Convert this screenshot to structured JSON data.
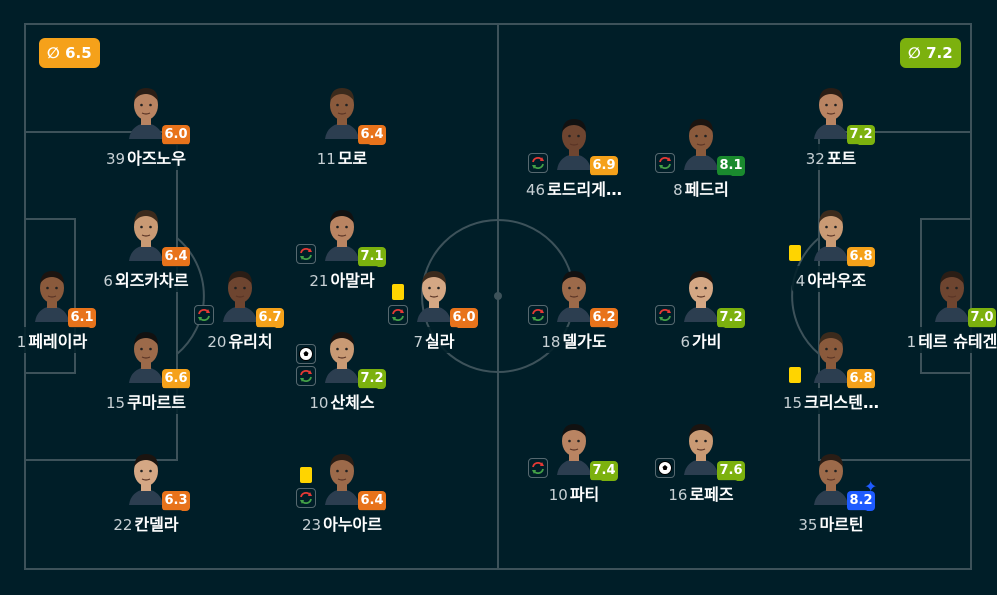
{
  "home": {
    "avg_rating": "∅ 6.5",
    "avg_color": "#f5a11a",
    "players": [
      {
        "id": "h1",
        "number": "1",
        "name": "페레이라",
        "rating": "6.1",
        "rating_color": "#e8731b",
        "icons": []
      },
      {
        "id": "h2",
        "number": "39",
        "name": "아즈노우",
        "rating": "6.0",
        "rating_color": "#e8731b",
        "icons": []
      },
      {
        "id": "h3",
        "number": "6",
        "name": "외즈카차르",
        "rating": "6.4",
        "rating_color": "#e8731b",
        "icons": []
      },
      {
        "id": "h4",
        "number": "15",
        "name": "쿠마르트",
        "rating": "6.6",
        "rating_color": "#f5a11a",
        "icons": []
      },
      {
        "id": "h5",
        "number": "22",
        "name": "칸델라",
        "rating": "6.3",
        "rating_color": "#e8731b",
        "icons": []
      },
      {
        "id": "h6",
        "number": "20",
        "name": "유리치",
        "rating": "6.7",
        "rating_color": "#f5a11a",
        "icons": [
          "sub-icon"
        ]
      },
      {
        "id": "h7",
        "number": "11",
        "name": "모로",
        "rating": "6.4",
        "rating_color": "#e8731b",
        "icons": []
      },
      {
        "id": "h8",
        "number": "21",
        "name": "아말라",
        "rating": "7.1",
        "rating_color": "#7cb10e",
        "icons": [
          "sub-icon"
        ]
      },
      {
        "id": "h9",
        "number": "10",
        "name": "산체스",
        "rating": "7.2",
        "rating_color": "#7cb10e",
        "icons": [
          "ball-icon",
          "sub-icon"
        ]
      },
      {
        "id": "h10",
        "number": "23",
        "name": "아누아르",
        "rating": "6.4",
        "rating_color": "#e8731b",
        "icons": [
          "yellow-card-icon",
          "sub-icon"
        ]
      },
      {
        "id": "h11",
        "number": "7",
        "name": "실라",
        "rating": "6.0",
        "rating_color": "#e8731b",
        "icons": [
          "yellow-card-icon",
          "sub-icon"
        ]
      }
    ]
  },
  "away": {
    "avg_rating": "∅ 7.2",
    "avg_color": "#7cb10e",
    "players": [
      {
        "id": "a1",
        "number": "46",
        "name": "로드리게…",
        "rating": "6.9",
        "rating_color": "#f5a11a",
        "icons": [
          "sub-icon"
        ]
      },
      {
        "id": "a2",
        "number": "8",
        "name": "페드리",
        "rating": "8.1",
        "rating_color": "#1a8a2e",
        "icons": [
          "sub-icon"
        ]
      },
      {
        "id": "a3",
        "number": "32",
        "name": "포트",
        "rating": "7.2",
        "rating_color": "#7cb10e",
        "icons": []
      },
      {
        "id": "a4",
        "number": "4",
        "name": "아라우조",
        "rating": "6.8",
        "rating_color": "#f5a11a",
        "icons": [
          "yellow-card-icon"
        ]
      },
      {
        "id": "a5",
        "number": "18",
        "name": "델가도",
        "rating": "6.2",
        "rating_color": "#e8731b",
        "icons": [
          "sub-icon"
        ]
      },
      {
        "id": "a6",
        "number": "6",
        "name": "가비",
        "rating": "7.2",
        "rating_color": "#7cb10e",
        "icons": [
          "sub-icon"
        ]
      },
      {
        "id": "a7",
        "number": "1",
        "name": "테르 슈테겐",
        "rating": "7.0",
        "rating_color": "#7cb10e",
        "icons": []
      },
      {
        "id": "a8",
        "number": "15",
        "name": "크리스텐…",
        "rating": "6.8",
        "rating_color": "#f5a11a",
        "icons": [
          "yellow-card-icon"
        ]
      },
      {
        "id": "a9",
        "number": "10",
        "name": "파티",
        "rating": "7.4",
        "rating_color": "#7cb10e",
        "icons": [
          "sub-icon"
        ]
      },
      {
        "id": "a10",
        "number": "16",
        "name": "로페즈",
        "rating": "7.6",
        "rating_color": "#7cb10e",
        "icons": [
          "ball-icon"
        ]
      },
      {
        "id": "a11",
        "number": "35",
        "name": "마르틴",
        "rating": "8.2",
        "rating_color": "#1e5bff",
        "icons": [],
        "star": true
      }
    ]
  }
}
